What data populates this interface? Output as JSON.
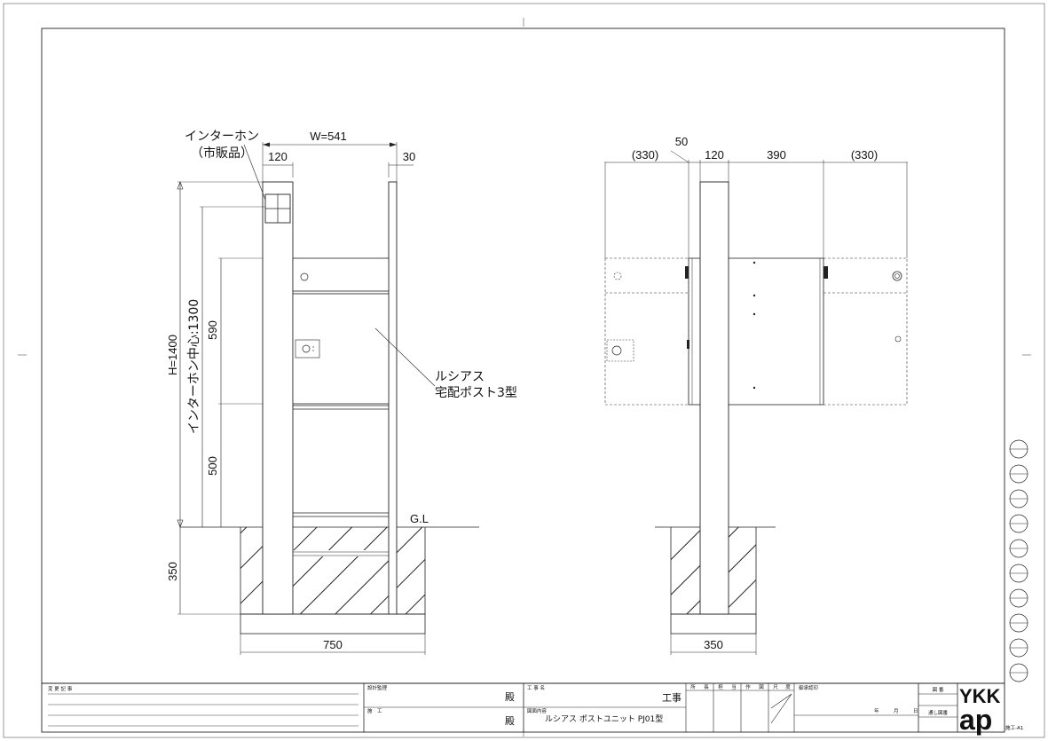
{
  "labels": {
    "intercom": "インターホン",
    "intercom_sub": "（市販品）",
    "product_line1": "ルシアス",
    "product_line2": "宅配ポスト3型",
    "gl": "G.L"
  },
  "front_dims": {
    "width": "W=541",
    "post_w": "120",
    "right_w": "30",
    "height": "H=1400",
    "intercom_center": "インターホン中心:1300",
    "box_h": "590",
    "lower_h": "500",
    "foundation_depth": "350",
    "foundation_w": "750"
  },
  "side_dims": {
    "left_ext": "(330)",
    "gap": "50",
    "post_w": "120",
    "body_w": "390",
    "right_ext": "(330)",
    "foundation_w": "350"
  },
  "title_block": {
    "change_record": "変 更 記 事",
    "design_supervisor": "設計監理",
    "construction": "施　工",
    "honorific1": "殿",
    "honorific2": "殿",
    "work_name_label": "工 事 名",
    "work_suffix": "工事",
    "drawing_content_label": "図面内容",
    "drawing_content": "ルシアス ポストユニット PJ01型",
    "stamp_headers": [
      "所",
      "長",
      "担",
      "当",
      "作",
      "図",
      "尺",
      "度"
    ],
    "approval_label": "御承認印",
    "date_year": "年",
    "date_month": "月",
    "date_day": "日",
    "drawing_no_label": "図 番",
    "serial_no_label": "通し図番",
    "brand_top": "YKK",
    "brand_bottom": "ap",
    "sheet_code": "施工-A1"
  }
}
